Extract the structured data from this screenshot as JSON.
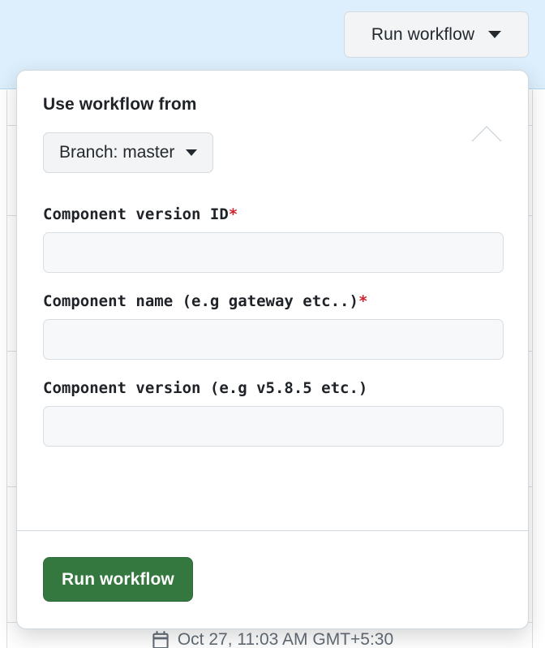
{
  "trigger": {
    "label": "Run workflow",
    "icon": "chevron-down-icon"
  },
  "popover": {
    "section_title": "Use workflow from",
    "branch_select": {
      "label": "Branch: master",
      "prefix": "Branch:",
      "value": "master",
      "icon": "chevron-down-icon"
    },
    "fields": [
      {
        "label": "Component version ID",
        "required": true,
        "required_marker": "*",
        "value": "",
        "placeholder": ""
      },
      {
        "label": "Component name (e.g gateway etc..)",
        "required": true,
        "required_marker": "*",
        "value": "",
        "placeholder": ""
      },
      {
        "label": "Component version (e.g v5.8.5 etc.)",
        "required": false,
        "required_marker": "",
        "value": "",
        "placeholder": ""
      }
    ],
    "submit": {
      "label": "Run workflow"
    }
  },
  "background": {
    "timestamp": "Oct 27, 11:03 AM GMT+5:30",
    "timestamp_icon": "calendar-icon"
  },
  "colors": {
    "accent_green": "#34773f",
    "required_red": "#cf222e",
    "banner_blue": "#ddeffc",
    "border_gray": "#d0d7de",
    "input_bg": "#f6f8fa",
    "button_bg": "#f3f4f6",
    "muted_text": "#636c76"
  }
}
